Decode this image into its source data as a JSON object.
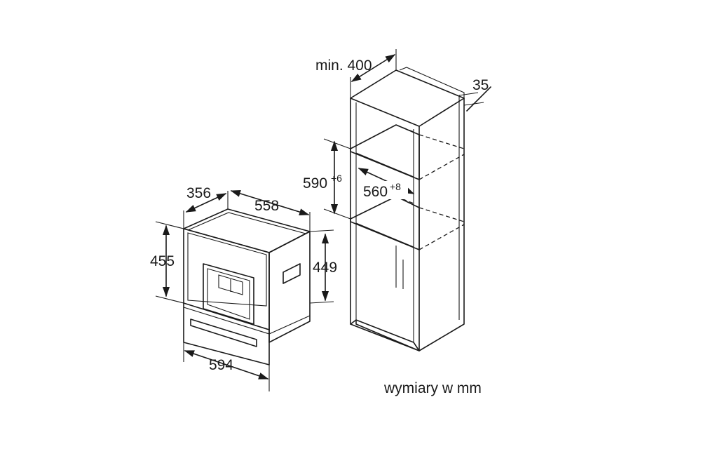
{
  "appliance": {
    "depth_label": "356",
    "width_top_label": "558",
    "height_front_label": "455",
    "height_side_label": "449",
    "width_front_label": "594"
  },
  "cabinet": {
    "min_width_label": "min. 400",
    "back_gap_label": "35",
    "niche_height_label": "590",
    "niche_height_tol": "+6",
    "niche_width_label": "560",
    "niche_width_tol": "+8"
  },
  "caption": "wymiary w mm"
}
